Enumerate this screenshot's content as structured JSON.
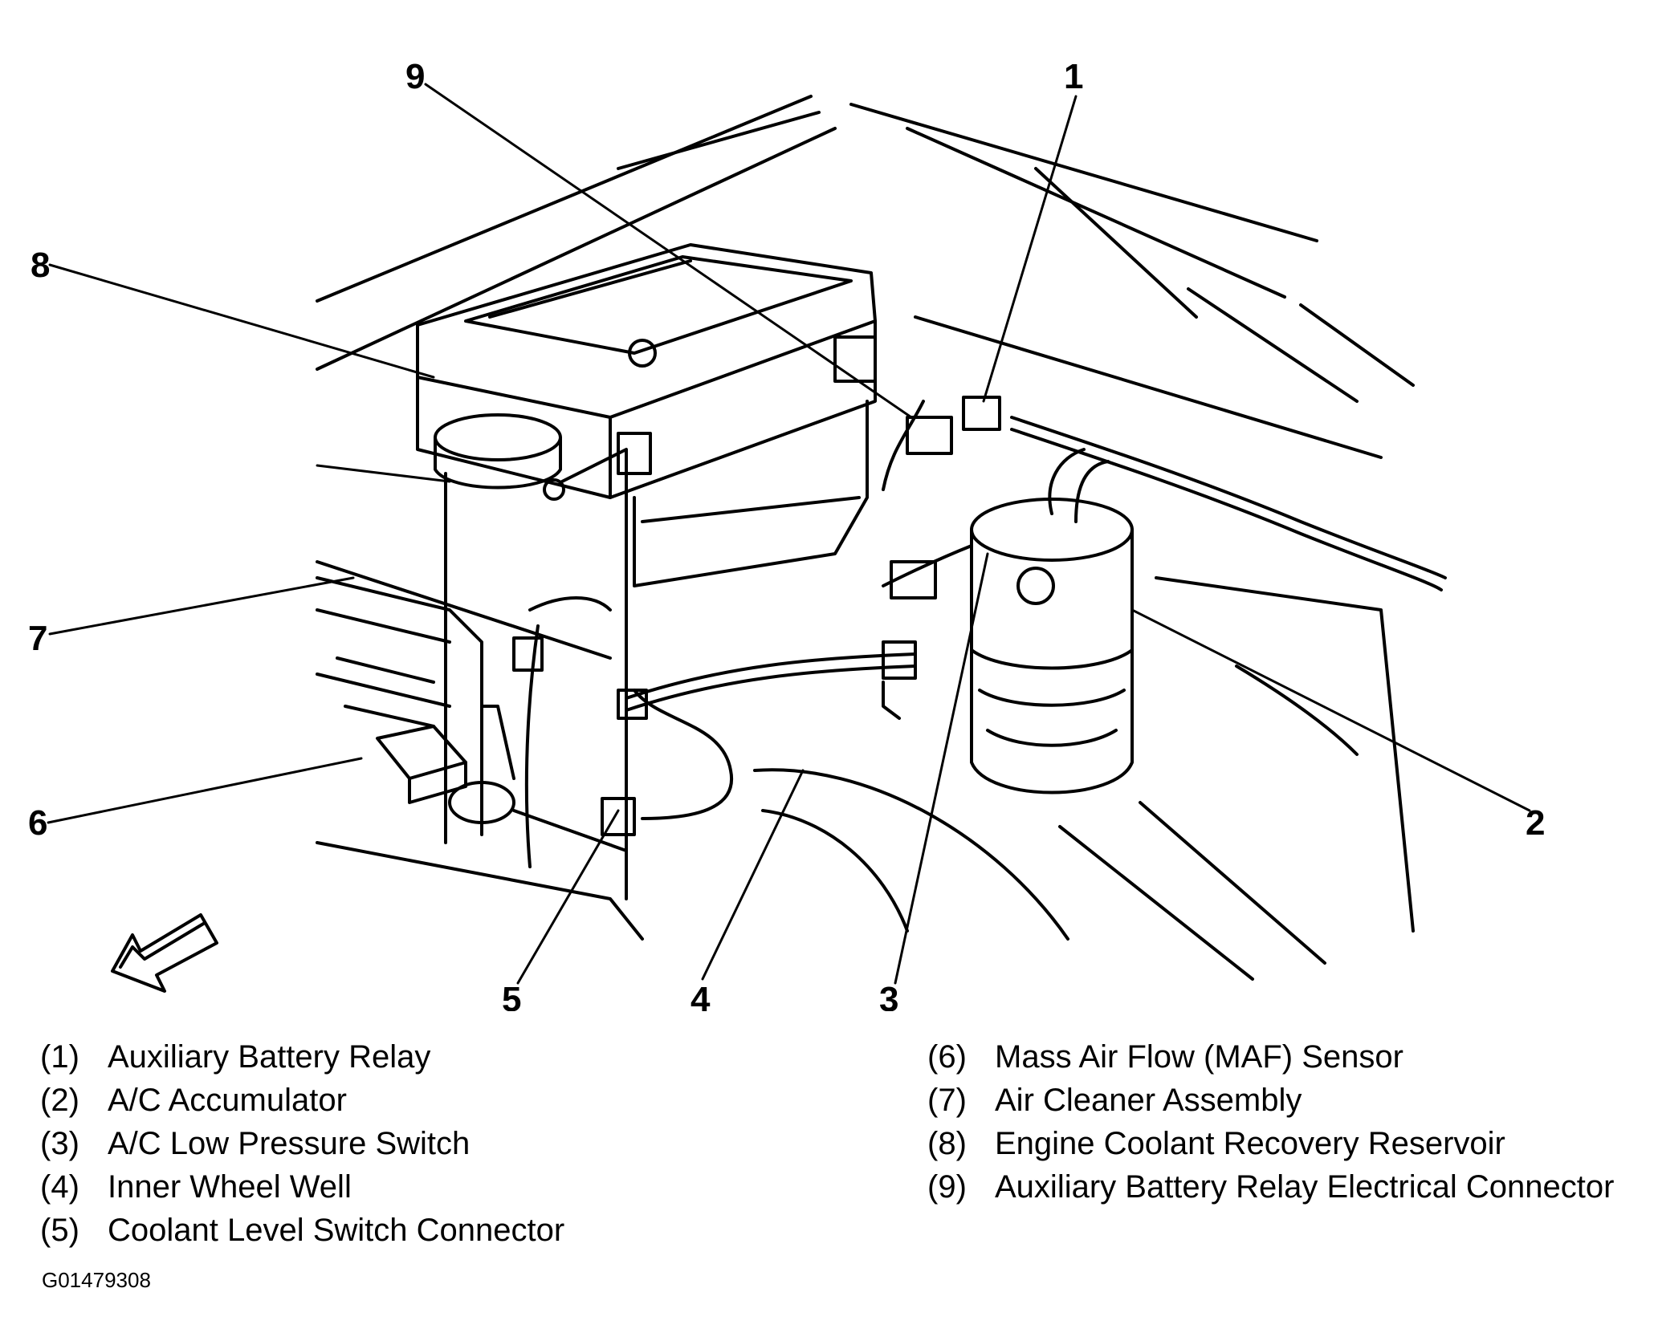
{
  "callouts": [
    {
      "num": "1",
      "label": "Auxiliary Battery Relay"
    },
    {
      "num": "2",
      "label": "A/C Accumulator"
    },
    {
      "num": "3",
      "label": "A/C Low Pressure Switch"
    },
    {
      "num": "4",
      "label": "Inner Wheel Well"
    },
    {
      "num": "5",
      "label": "Coolant Level Switch Connector"
    },
    {
      "num": "6",
      "label": "Mass Air Flow (MAF) Sensor"
    },
    {
      "num": "7",
      "label": "Air Cleaner Assembly"
    },
    {
      "num": "8",
      "label": "Engine Coolant Recovery Reservoir"
    },
    {
      "num": "9",
      "label": "Auxiliary Battery Relay Electrical Connector"
    }
  ],
  "legend": [
    {
      "num": "(1)",
      "label": "Auxiliary Battery Relay"
    },
    {
      "num": "(2)",
      "label": "A/C Accumulator"
    },
    {
      "num": "(3)",
      "label": "A/C Low Pressure Switch"
    },
    {
      "num": "(4)",
      "label": "Inner Wheel Well"
    },
    {
      "num": "(5)",
      "label": "Coolant Level Switch Connector"
    },
    {
      "num": "(6)",
      "label": "Mass Air Flow (MAF) Sensor"
    },
    {
      "num": "(7)",
      "label": "Air Cleaner Assembly"
    },
    {
      "num": "(8)",
      "label": "Engine Coolant Recovery Reservoir"
    },
    {
      "num": "(9)",
      "label": "Auxiliary Battery Relay Electrical Connector"
    }
  ],
  "figure_id": "G01479308"
}
